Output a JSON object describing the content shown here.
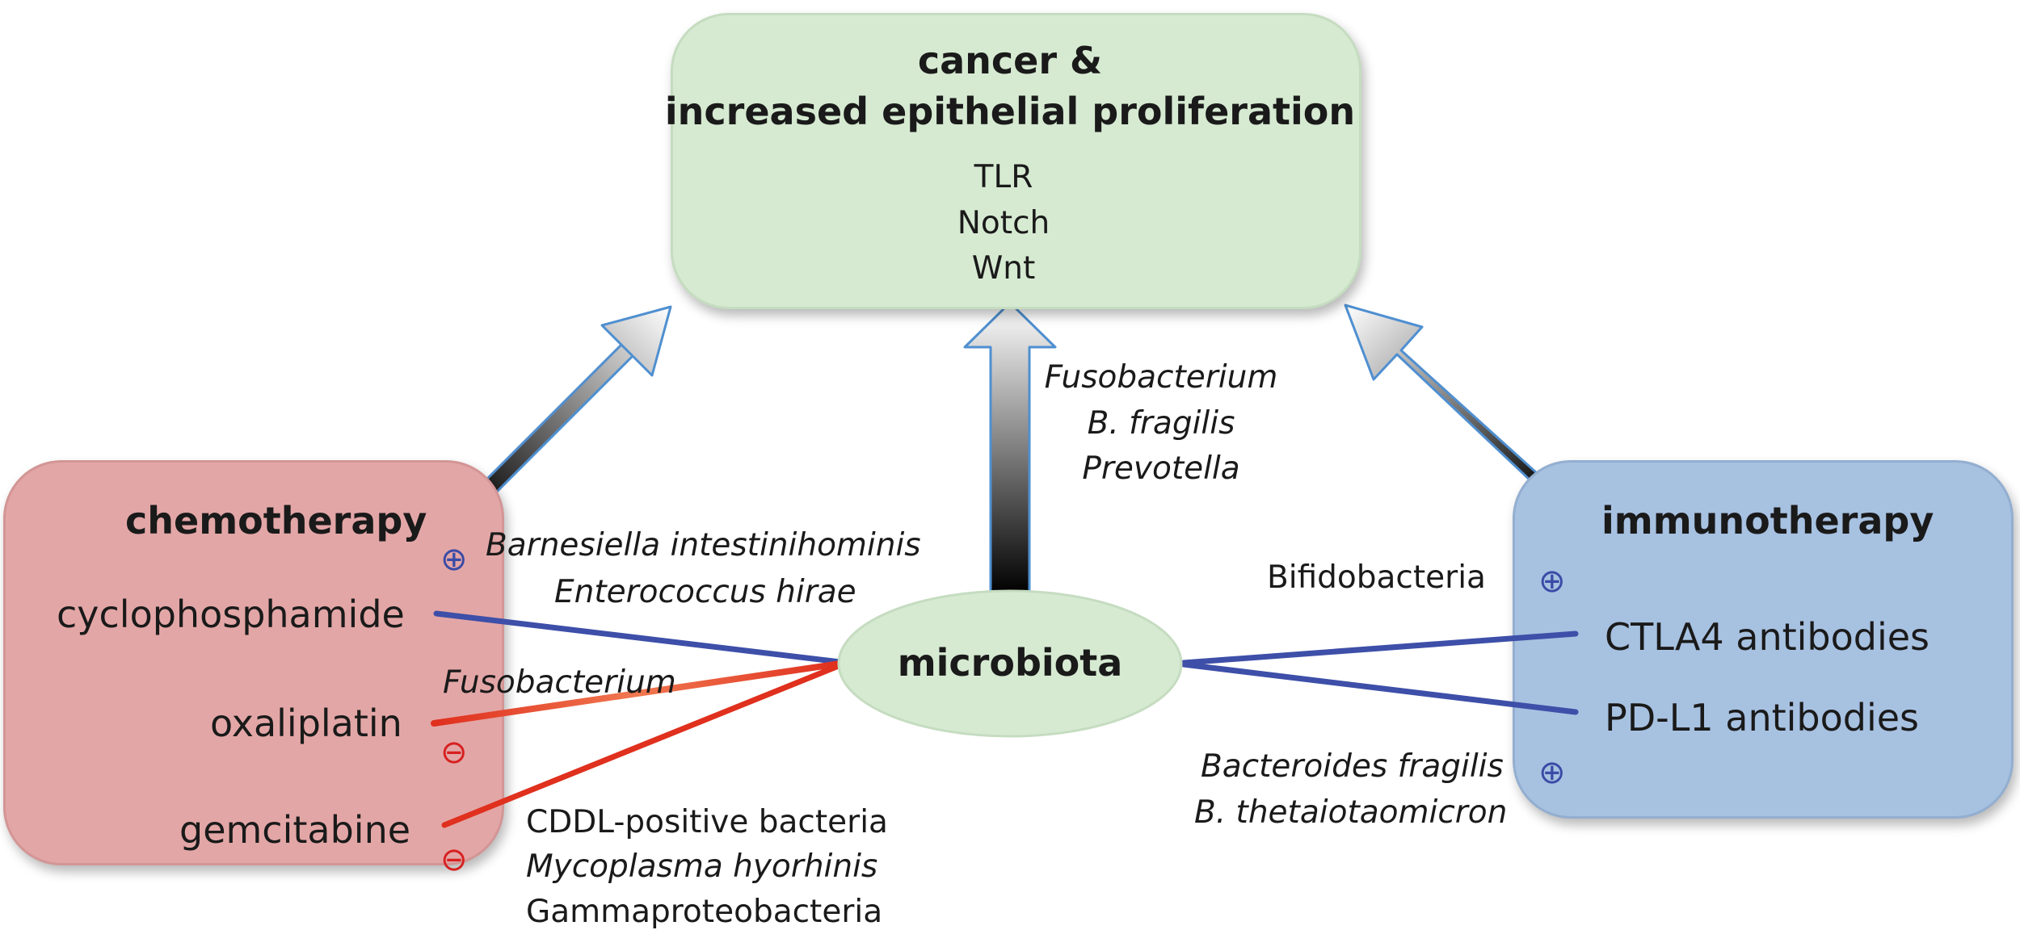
{
  "cancer": {
    "title_line1": "cancer &",
    "title_line2": "increased epithelial proliferation",
    "pathways": [
      "TLR",
      "Notch",
      "Wnt"
    ]
  },
  "chemotherapy": {
    "title": "chemotherapy",
    "drugs": [
      "cyclophosphamide",
      "oxaliplatin",
      "gemcitabine"
    ]
  },
  "immunotherapy": {
    "title": "immunotherapy",
    "drugs": [
      "CTLA4 antibodies",
      "PD-L1 antibodies"
    ]
  },
  "microbiota": {
    "label": "microbiota"
  },
  "bacteria": {
    "to_cancer": [
      "Fusobacterium",
      "B. fragilis",
      "Prevotella"
    ],
    "to_cyclophosphamide": [
      "Barnesiella intestinihominis",
      "Enterococcus hirae"
    ],
    "to_oxaliplatin": [
      "Fusobacterium"
    ],
    "to_gemcitabine": [
      "CDDL-positive bacteria",
      "Mycoplasma hyorhinis",
      "Gammaproteobacteria"
    ],
    "to_ctla4": [
      "Bifidobacteria"
    ],
    "to_pdl1": [
      "Bacteroides fragilis",
      "B. thetaiotaomicron"
    ]
  },
  "symbols": {
    "plus": "⊕",
    "minus": "⊖"
  },
  "colors": {
    "cancer_box": "#d6ead2",
    "chemo_box": "#e3a6a6",
    "immuno_box": "#a7c1e1",
    "microbiota_ellipse": "#d6ead2",
    "positive_arrow": "#3d4fa8",
    "negative_arrow": "#e0301e",
    "plus_symbol": "#3a4ba6",
    "minus_symbol": "#d72020"
  }
}
